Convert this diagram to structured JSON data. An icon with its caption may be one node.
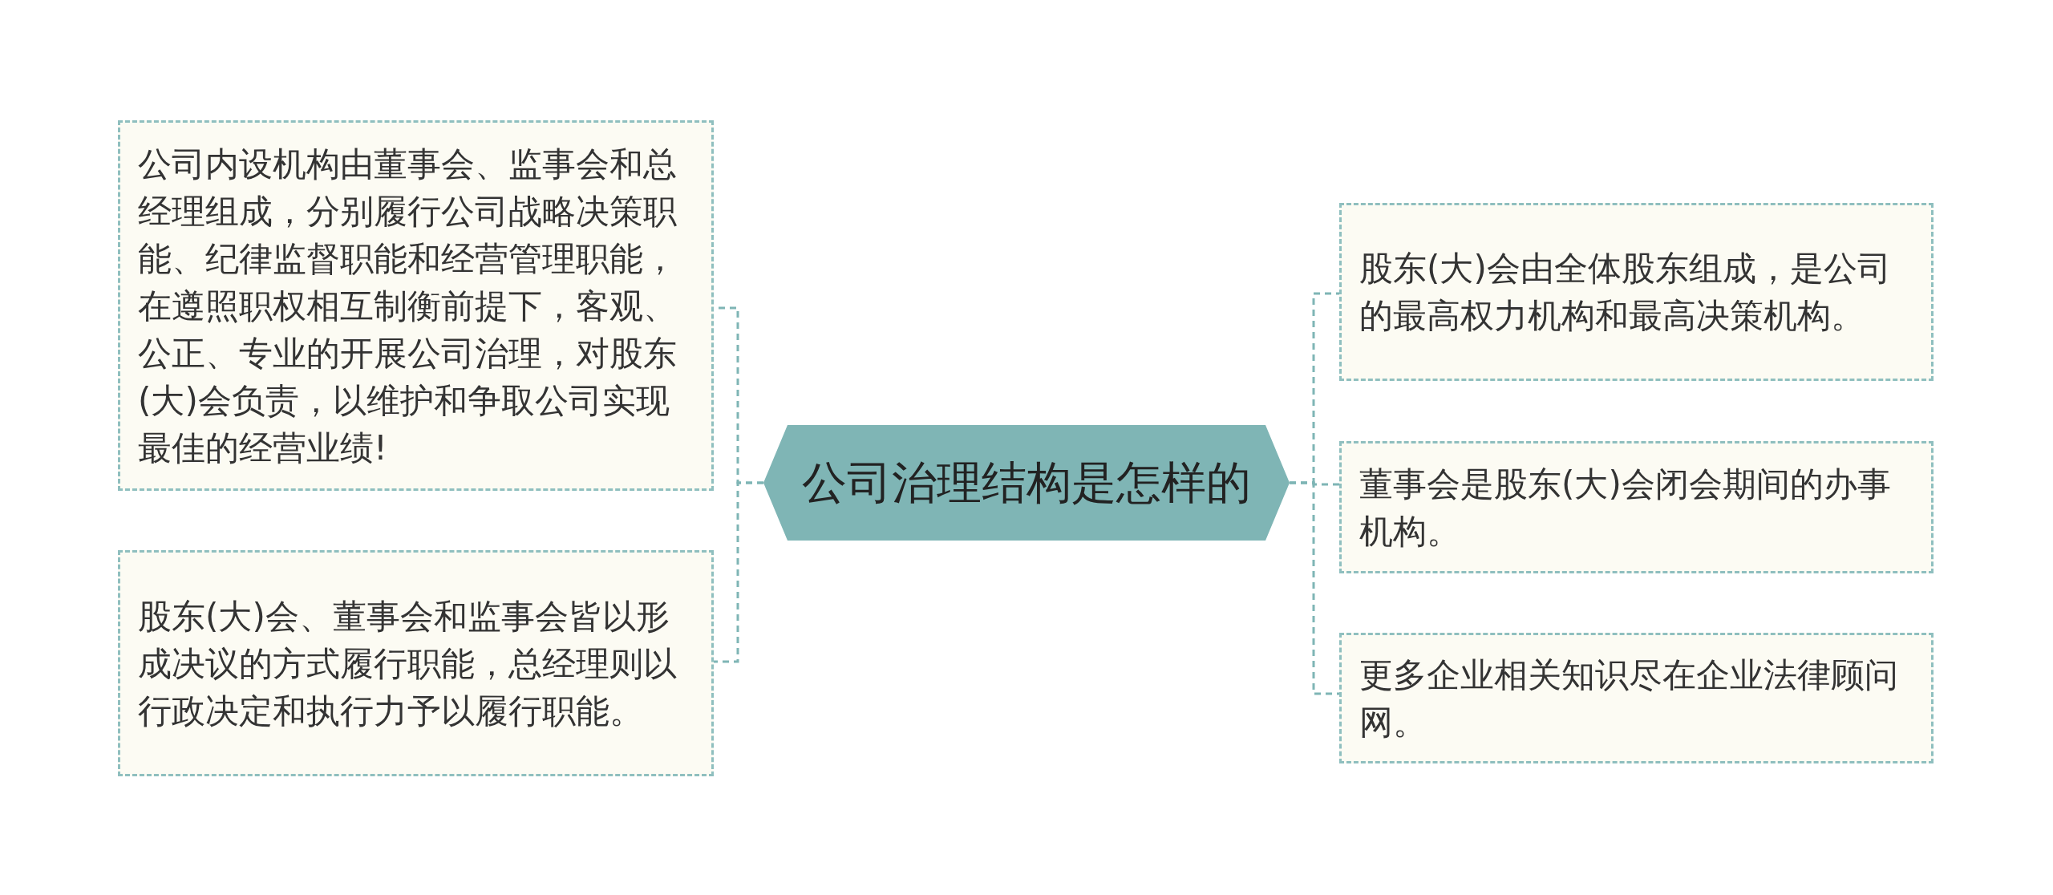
{
  "diagram": {
    "nodes": [
      {
        "text": [
          "公司治理结构是怎样的"
        ]
      },
      {
        "text": [
          "公司内设机构由董事会、监事会和总经理组成，分别履行公司战略决策职能、纪律监督职能和经营管理职能，在遵照职权相互制衡前提下，客观、公正、专业的开展公司治理，对股东(大)会负责，以维护和争取公司实现最佳的经营业绩!"
        ]
      },
      {
        "text": [
          "股东(大)会、董事会和监事会皆以形成决议的方式履行职能，总经理则以行政决定和执行力予以履行职能。"
        ]
      },
      {
        "text": [
          "股东(大)会由全体股东组成，是公司的最高权力机构和最高决策机构。"
        ]
      },
      {
        "text": [
          "董事会是股东(大)会闭会期间的办事机构。"
        ]
      },
      {
        "text": [
          "更多企业相关知识尽在企业法律顾问网。"
        ]
      }
    ],
    "edges": [
      {
        "from": 0,
        "to": 1,
        "arrow": "none",
        "style": "dashed"
      },
      {
        "from": 0,
        "to": 2,
        "arrow": "none",
        "style": "dashed"
      },
      {
        "from": 0,
        "to": 3,
        "arrow": "none",
        "style": "dashed"
      },
      {
        "from": 0,
        "to": 4,
        "arrow": "none",
        "style": "dashed"
      },
      {
        "from": 0,
        "to": 5,
        "arrow": "none",
        "style": "dashed"
      }
    ]
  }
}
